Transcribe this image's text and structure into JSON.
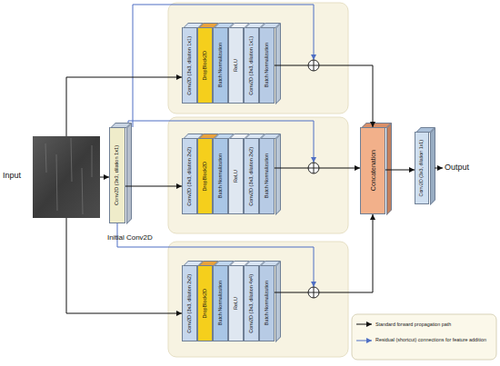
{
  "diagram": {
    "nodes": [
      {
        "text": [
          "Input"
        ]
      },
      {
        "text": [
          "Conv2D (3x3, dilation 1x1)",
          "Initial Conv2D"
        ]
      },
      {
        "text": [
          "Conv2D (3x3, dilation 1x1)",
          "DropBlock2D",
          "Batch Normalization",
          "ReLU",
          "Conv2D (3x3, dilation 1x1)",
          "Batch Normalization"
        ]
      },
      {
        "text": [
          "Conv2D (3x3, dilation 2x2)",
          "DropBlock2D",
          "Batch Normalization",
          "ReLU",
          "Conv2D (3x3, dilation 2x2)",
          "Batch Normalization"
        ]
      },
      {
        "text": [
          "Conv2D (3x3, dilation 2x2)",
          "DropBlock2D",
          "Batch Normalization",
          "ReLU",
          "Conv2D (3x3, dilation 4x4)",
          "Batch Normalization"
        ]
      },
      {
        "text": [
          "Concatenation"
        ]
      },
      {
        "text": [
          "Conv2D (3x3, dilation 1x1)"
        ]
      }
    ],
    "edges": [
      {
        "from": 0,
        "to": 1,
        "arrow": "to"
      },
      {
        "from": 0,
        "to": 2,
        "arrow": "to"
      },
      {
        "from": 1,
        "to": 3,
        "arrow": "to"
      },
      {
        "from": 0,
        "to": 4,
        "arrow": "to"
      },
      {
        "from": 2,
        "to": 5,
        "arrow": "to"
      },
      {
        "from": 3,
        "to": 5,
        "arrow": "to"
      },
      {
        "from": 4,
        "to": 5,
        "arrow": "to"
      },
      {
        "from": 5,
        "to": 6,
        "arrow": "to"
      }
    ],
    "labels": [
      "Output"
    ],
    "legend": [
      {
        "text": "Standard forward propagation path"
      },
      {
        "text": "Residual (shortcut) connections for feature addition"
      }
    ]
  }
}
